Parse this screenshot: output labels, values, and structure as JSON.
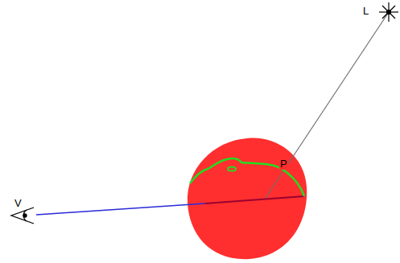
{
  "diagram": {
    "labels": [
      "L",
      "V",
      "P"
    ]
  }
}
